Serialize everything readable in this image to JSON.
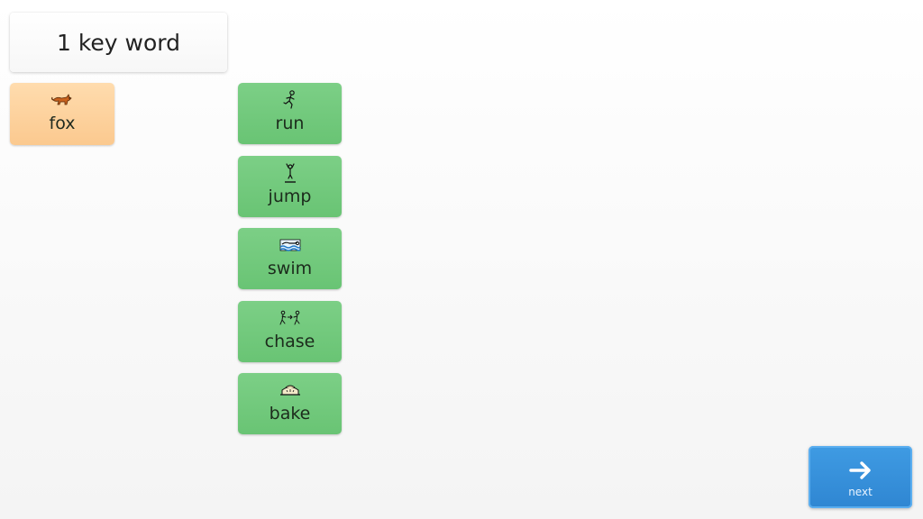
{
  "title": {
    "text": "1 key word"
  },
  "subject_card": {
    "label": "fox",
    "icon": "fox-icon"
  },
  "action_cards": [
    {
      "label": "run",
      "icon": "running-person-icon"
    },
    {
      "label": "jump",
      "icon": "jumping-person-icon"
    },
    {
      "label": "swim",
      "icon": "swimming-person-icon"
    },
    {
      "label": "chase",
      "icon": "chasing-people-icon"
    },
    {
      "label": "bake",
      "icon": "baked-bread-icon"
    }
  ],
  "next_button": {
    "label": "next",
    "icon": "arrow-right-icon"
  },
  "colors": {
    "subject_card": "#fbc98f",
    "action_card": "#69c474",
    "next_button": "#2f86d2"
  }
}
